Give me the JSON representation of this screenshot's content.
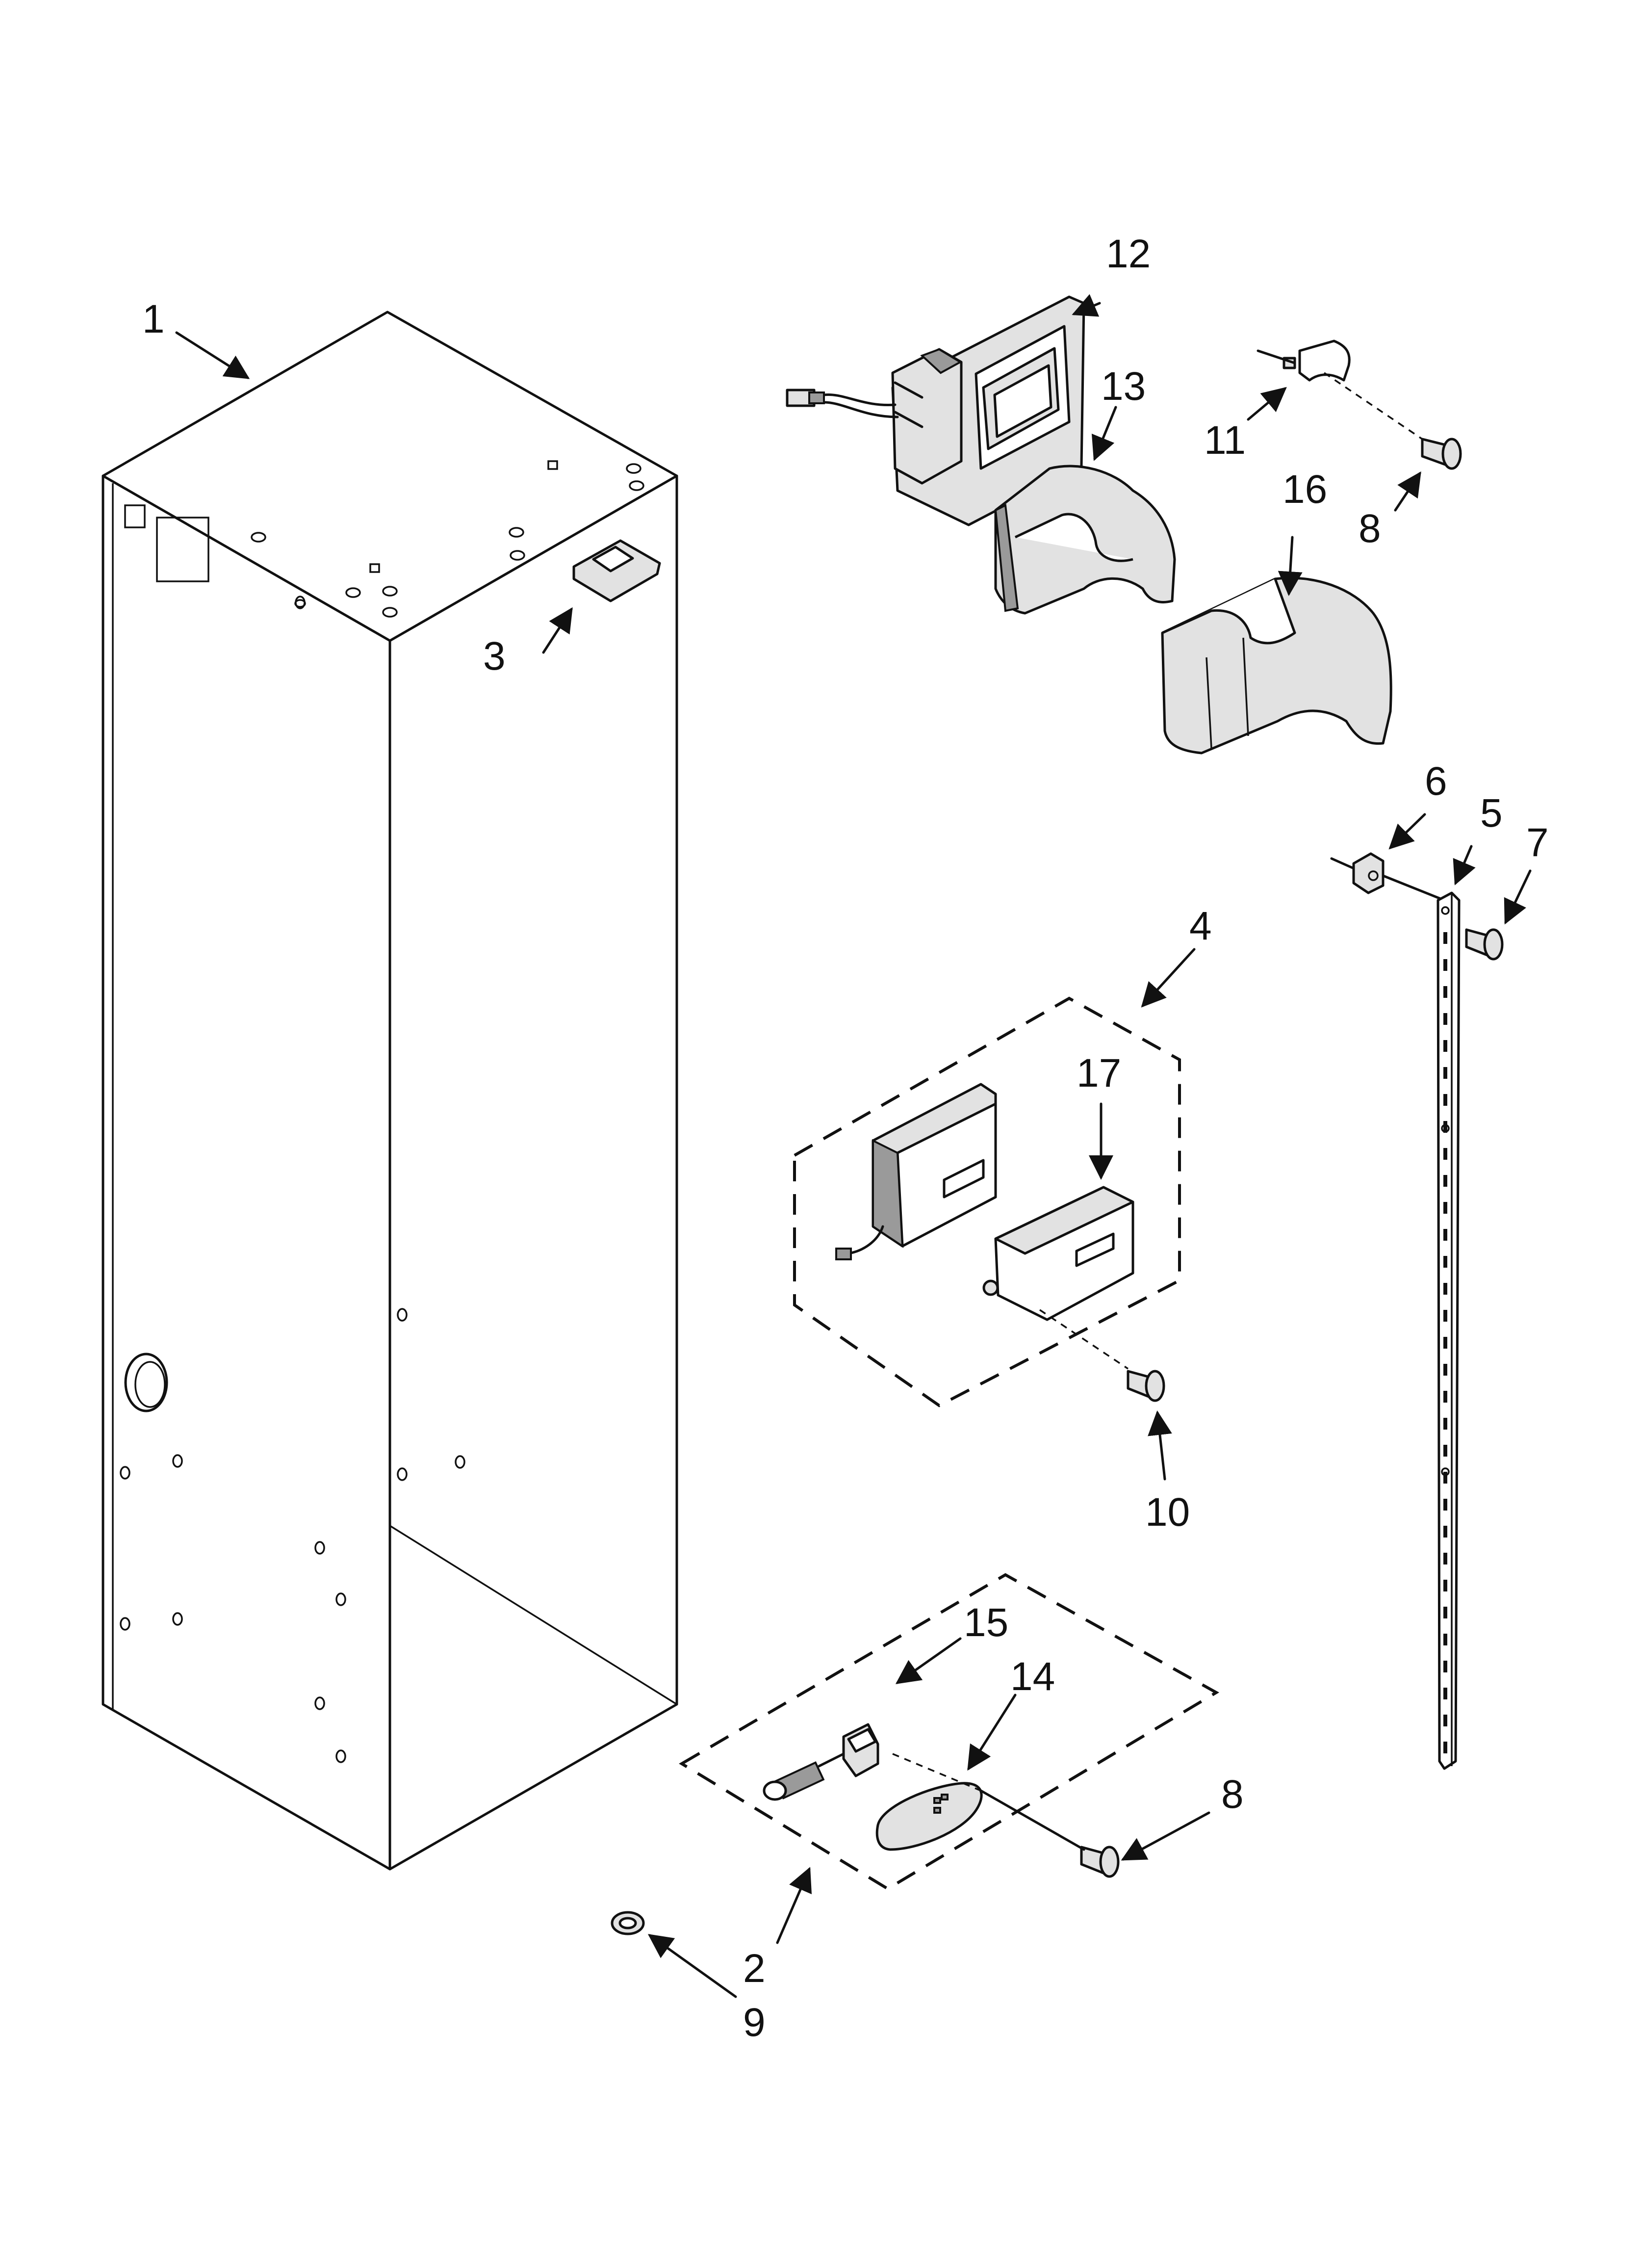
{
  "callouts": {
    "c1": "1",
    "c2": "2",
    "c3": "3",
    "c4": "4",
    "c5": "5",
    "c6": "6",
    "c7": "7",
    "c8a": "8",
    "c8b": "8",
    "c9": "9",
    "c10": "10",
    "c11": "11",
    "c12": "12",
    "c13": "13",
    "c14": "14",
    "c15": "15",
    "c16": "16",
    "c17": "17"
  },
  "colors": {
    "line": "#111111",
    "part_fill": "#e2e2e2",
    "shade": "#9a9a9a",
    "background": "#ffffff"
  }
}
